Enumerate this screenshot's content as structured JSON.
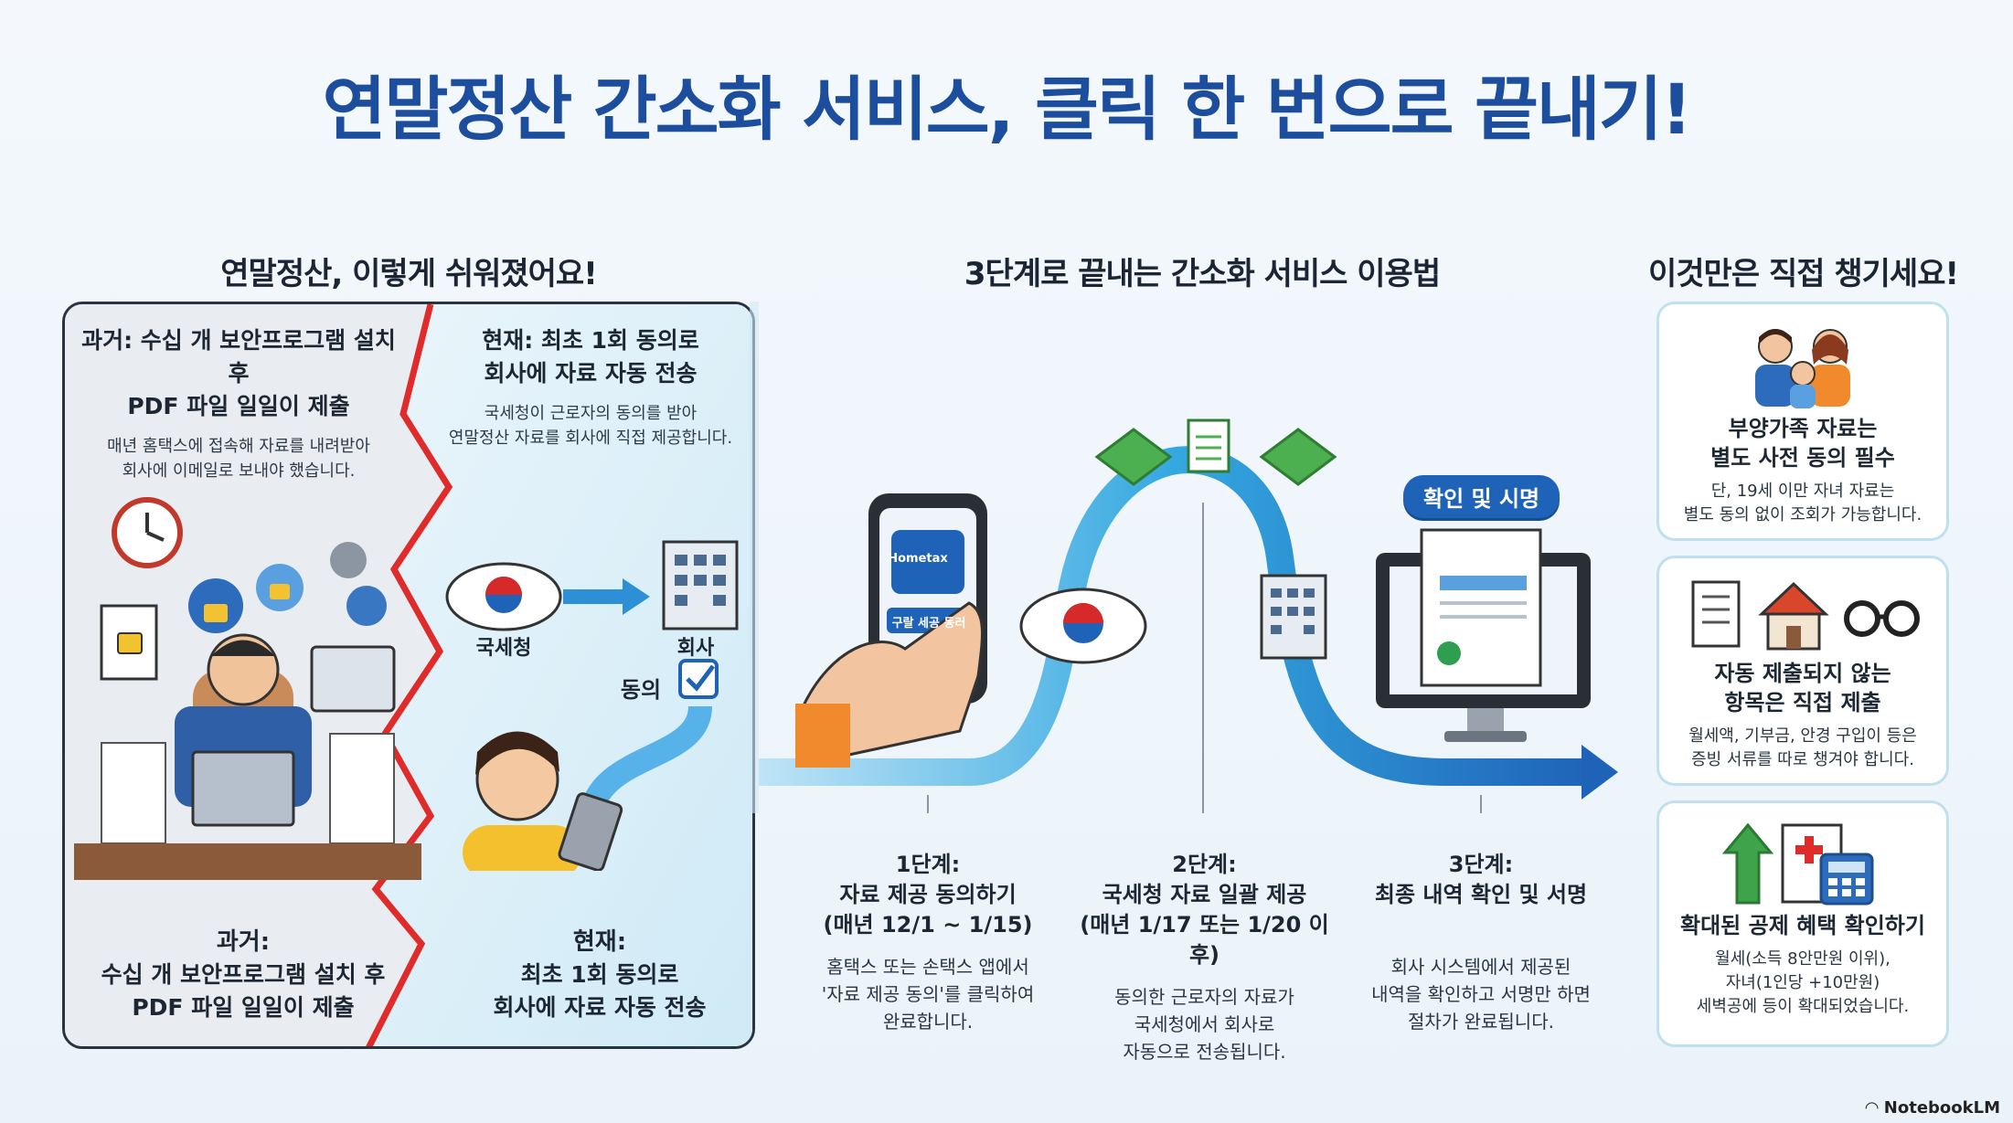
{
  "title": "연말정산 간소화 서비스, 클릭 한 번으로 끝내기!",
  "sections": {
    "left": "연말정산, 이렇게 쉬워졌어요!",
    "middle": "3단계로 끝내는 간소화 서비스 이용법",
    "right": "이것만은 직접 챙기세요!"
  },
  "left_panel": {
    "past_top_head_1": "과거: 수십 개 보안프로그램 설치 후",
    "past_top_head_2": "PDF 파일 일일이 제출",
    "past_top_sub_1": "매년 홈택스에 접속해 자료를 내려받아",
    "past_top_sub_2": "회사에 이메일로 보내야 했습니다.",
    "now_top_head_1": "현재: 최초 1회 동의로",
    "now_top_head_2": "회사에 자료 자동 전송",
    "now_top_sub_1": "국세청이 근로자의 동의를 받아",
    "now_top_sub_2": "연말정산 자료를 회사에 직접 제공합니다.",
    "nts_label": "국세청",
    "company_label": "회사",
    "consent_label": "동의",
    "past_bottom_1": "과거:",
    "past_bottom_2": "수십 개 보안프로그램 설치 후",
    "past_bottom_3": "PDF 파일 일일이 제출",
    "now_bottom_1": "현재:",
    "now_bottom_2": "최초 1회 동의로",
    "now_bottom_3": "회사에 자료 자동 전송"
  },
  "phone": {
    "app_name": "Hometax",
    "button_label": "구랄 세공 동러"
  },
  "confirm_pill": "확인 및 시명",
  "steps": [
    {
      "head_1": "1단계:",
      "head_2": "자료 제공 동의하기",
      "head_3": "(매년 12/1 ~ 1/15)",
      "sub_1": "홈택스 또는 손택스 앱에서",
      "sub_2": "'자료 제공 동의'를 클릭하여",
      "sub_3": "완료합니다."
    },
    {
      "head_1": "2단계:",
      "head_2": "국세청 자료 일괄 제공",
      "head_3": "(매년 1/17 또는 1/20 이후)",
      "sub_1": "동의한 근로자의 자료가",
      "sub_2": "국세청에서 회사로",
      "sub_3": "자동으로 전송됩니다."
    },
    {
      "head_1": "3단계:",
      "head_2": "최종 내역 확인 및 서명",
      "head_3": "",
      "sub_1": "회사 시스템에서 제공된",
      "sub_2": "내역을 확인하고 서명만 하면",
      "sub_3": "절차가 완료됩니다."
    }
  ],
  "cards": [
    {
      "head_1": "부양가족 자료는",
      "head_2": "별도 사전 동의 필수",
      "sub_1": "단, 19세 이만 자녀 자료는",
      "sub_2": "별도 동의 없이 조회가 가능합니다.",
      "sub_3": ""
    },
    {
      "head_1": "자동 제출되지 않는",
      "head_2": "항목은 직접 제출",
      "sub_1": "월세액, 기부금, 안경 구입이 등은",
      "sub_2": "증빙 서류를 따로 챙겨야 합니다.",
      "sub_3": ""
    },
    {
      "head_1": "확대된 공제 혜택 확인하기",
      "head_2": "",
      "sub_1": "월세(소득 8안만원 이위),",
      "sub_2": "자녀(1인당 +10만원)",
      "sub_3": "세벽공에 등이 확대되었습니다."
    }
  ],
  "brand": "NotebookLM",
  "colors": {
    "title": "#1d4e9e",
    "accent": "#1f63b8",
    "flow": "#2d8fd5",
    "red_split": "#e02b2b"
  }
}
